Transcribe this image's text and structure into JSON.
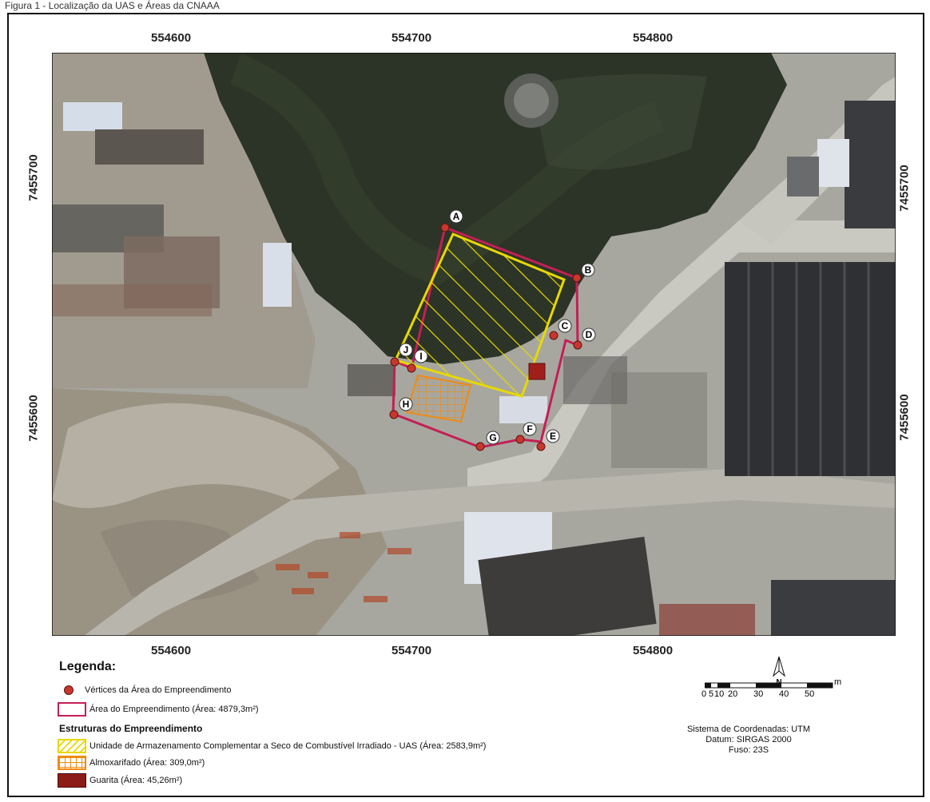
{
  "caption": "Figura 1 - Localização da UAS e Áreas da CNAAA",
  "coords": {
    "top": [
      "554600",
      "554700",
      "554800"
    ],
    "bottom": [
      "554600",
      "554700",
      "554800"
    ],
    "left": [
      "7455700",
      "7455600"
    ],
    "right": [
      "7455700",
      "7455600"
    ]
  },
  "vertex_labels": [
    "A",
    "B",
    "C",
    "D",
    "E",
    "F",
    "G",
    "H",
    "I",
    "J"
  ],
  "legend": {
    "title": "Legenda:",
    "vertices": "Vértices da Área do Empreendimento",
    "area": "Área do Empreendimento (Área: 4879,3m²)",
    "structures_title": "Estruturas do Empreendimento",
    "uas": "Unidade de Armazenamento Complementar a Seco de Combustível Irradiado - UAS (Área: 2583,9m²)",
    "almoxarifado": "Almoxarifado (Área: 309,0m²)",
    "guarita": "Guarita (Área: 45,26m²)"
  },
  "north_label": "N",
  "scale": {
    "unit": "m",
    "ticks": [
      "0",
      "5",
      "10",
      "20",
      "30",
      "40",
      "50"
    ]
  },
  "crs": {
    "system": "Sistema de Coordenadas: UTM",
    "datum": "Datum: SIRGAS 2000",
    "zone": "Fuso: 23S"
  },
  "colors": {
    "area_outline": "#c41f55",
    "uas": "#e8d800",
    "almoxarifado": "#f08a10",
    "guarita": "#8c1c18",
    "vertex": "#c8372d"
  }
}
